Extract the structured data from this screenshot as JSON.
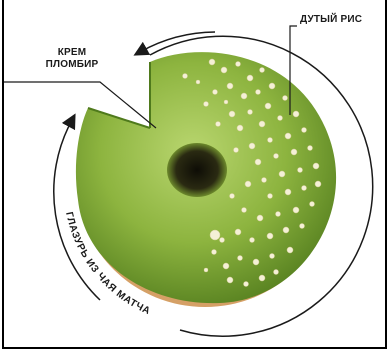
{
  "labels": {
    "puffed_rice": "ДУТЫЙ РИС",
    "cream_line1": "КРЕМ",
    "cream_line2": "ПЛОМБИР",
    "glaze": "ГЛАЗУРЬ ИЗ ЧАЯ МАТЧА"
  },
  "colors": {
    "glaze_light": "#a9c95c",
    "glaze_mid": "#86ad3b",
    "glaze_dark": "#4f7a1c",
    "dough": "#d8a46a",
    "hole": "#1c1a0e",
    "rice": "#f4f0d6",
    "line": "#1a1a1a"
  }
}
